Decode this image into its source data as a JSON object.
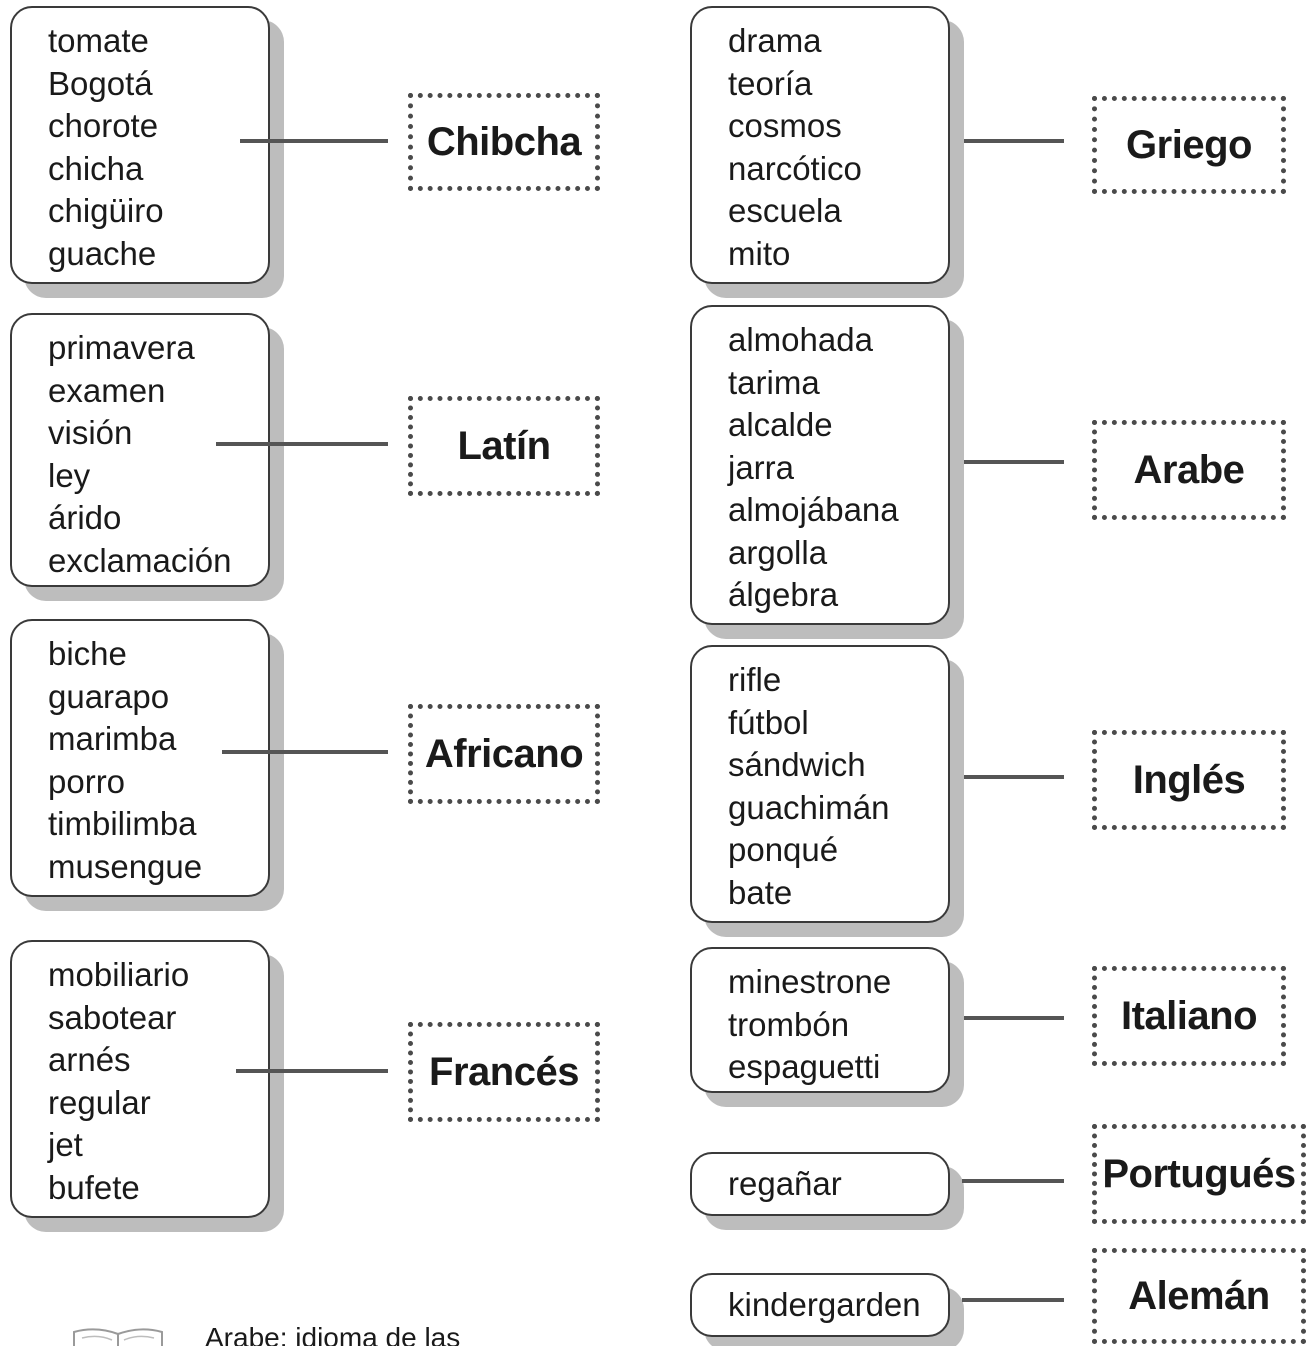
{
  "groups": [
    {
      "language": "Chibcha",
      "words": [
        "tomate",
        "Bogotá",
        "chorote",
        "chicha",
        "chigüiro",
        "guache"
      ]
    },
    {
      "language": "Latín",
      "words": [
        "primavera",
        "examen",
        "visión",
        "ley",
        "árido",
        "exclamación"
      ]
    },
    {
      "language": "Africano",
      "words": [
        "biche",
        "guarapo",
        "marimba",
        "porro",
        "timbilimba",
        "musengue"
      ]
    },
    {
      "language": "Francés",
      "words": [
        "mobiliario",
        "sabotear",
        "arnés",
        "regular",
        "jet",
        "bufete"
      ]
    },
    {
      "language": "Griego",
      "words": [
        "drama",
        "teoría",
        "cosmos",
        "narcótico",
        "escuela",
        "mito"
      ]
    },
    {
      "language": "Arabe",
      "words": [
        "almohada",
        "tarima",
        "alcalde",
        "jarra",
        "almojábana",
        "argolla",
        "álgebra"
      ]
    },
    {
      "language": "Inglés",
      "words": [
        "rifle",
        "fútbol",
        "sándwich",
        "guachimán",
        "ponqué",
        "bate"
      ]
    },
    {
      "language": "Italiano",
      "words": [
        "minestrone",
        "trombón",
        "espaguetti"
      ]
    },
    {
      "language": "Portugués",
      "words": [
        "regañar"
      ]
    },
    {
      "language": "Alemán",
      "words": [
        "kindergarden"
      ]
    }
  ],
  "footnote": {
    "text": "Arabe: idioma de las",
    "icon": "open-book-icon"
  }
}
